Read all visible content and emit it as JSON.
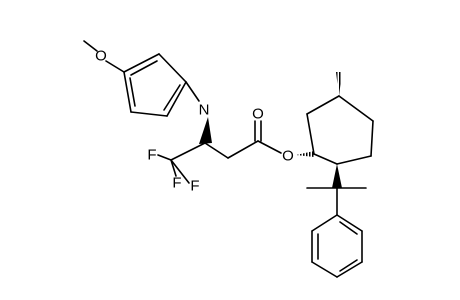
{
  "molecule": {
    "atom_labels": {
      "methoxy_oxygen": "O",
      "amine_nitrogen": "N",
      "fluorine_1": "F",
      "fluorine_2": "F",
      "fluorine_3": "F",
      "carbonyl_oxygen": "O",
      "ester_oxygen": "O"
    },
    "colors": {
      "bonds": "#000000",
      "labels": "#000000",
      "background": "#ffffff"
    }
  }
}
